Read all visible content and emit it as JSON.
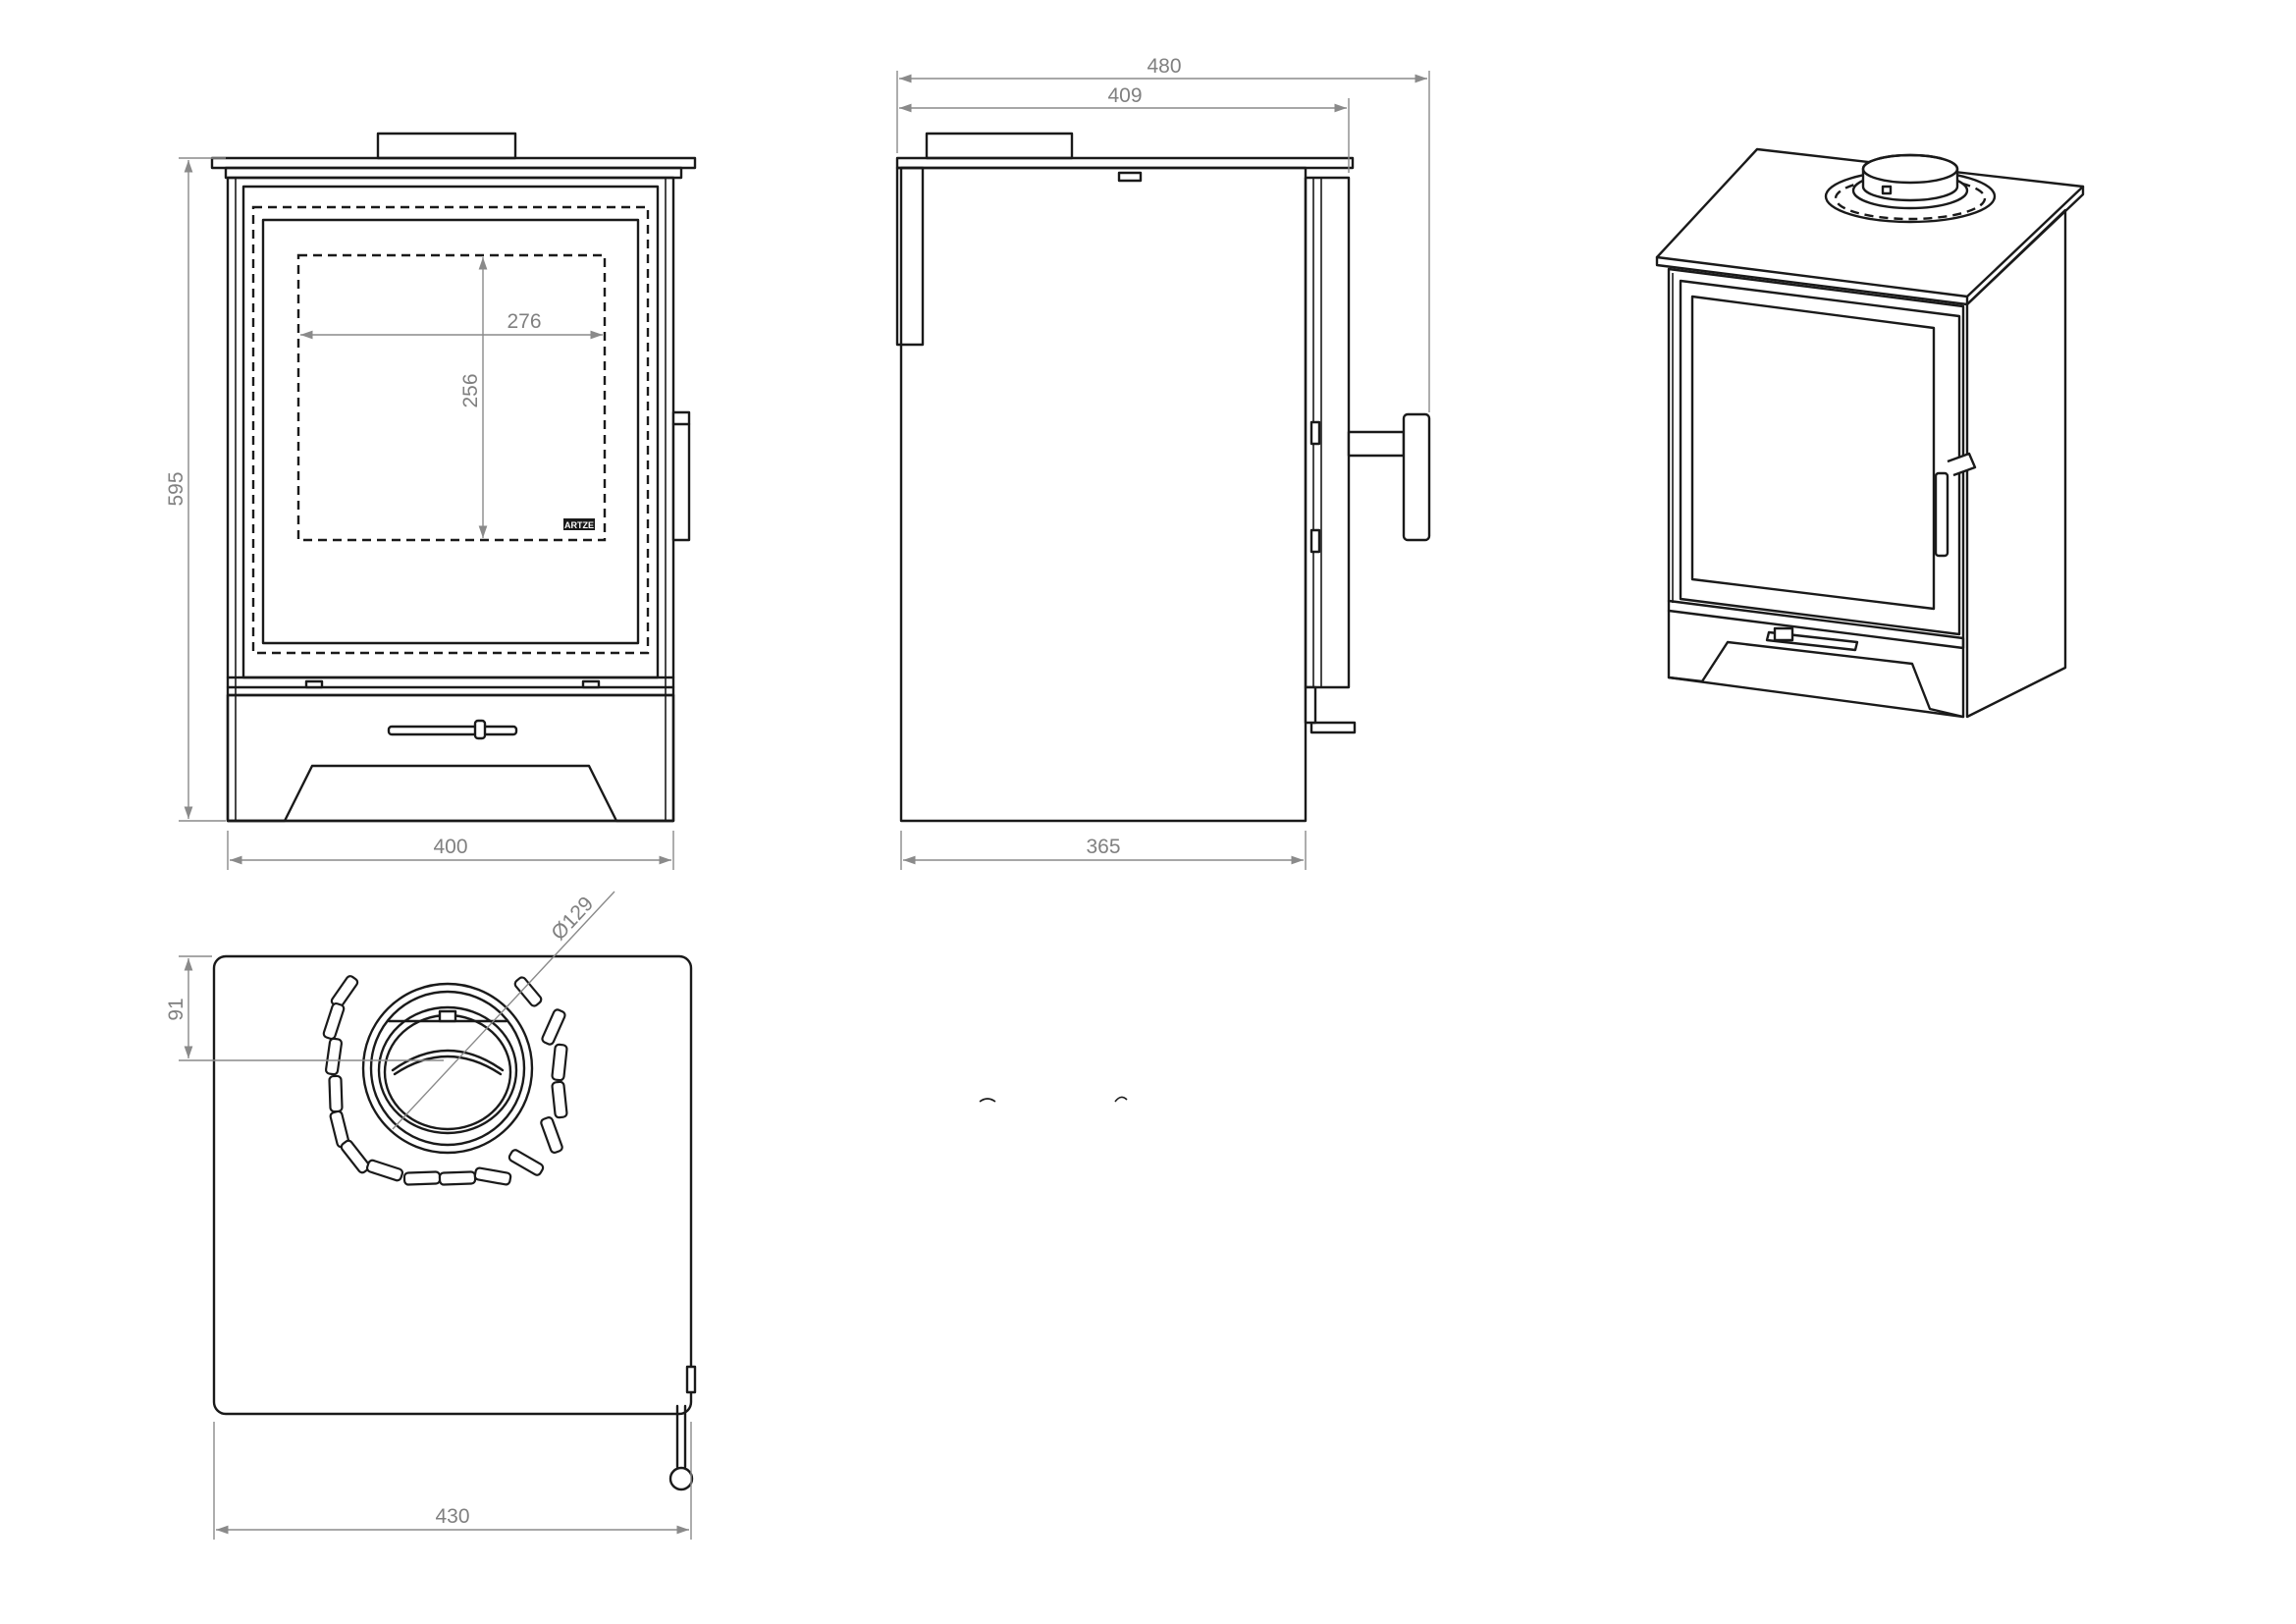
{
  "dimensions": {
    "front_height": "595",
    "front_width": "400",
    "glass_width": "276",
    "glass_height": "256",
    "side_overall_depth": "480",
    "side_body_depth": "409",
    "side_base_depth": "365",
    "top_width": "430",
    "flue_offset": "91",
    "flue_diameter": "Ø129"
  },
  "badge": {
    "brand": "ARTZE"
  },
  "colors": {
    "line": "#1a1a1a",
    "dimension": "#8a8a8a",
    "background": "#ffffff"
  }
}
